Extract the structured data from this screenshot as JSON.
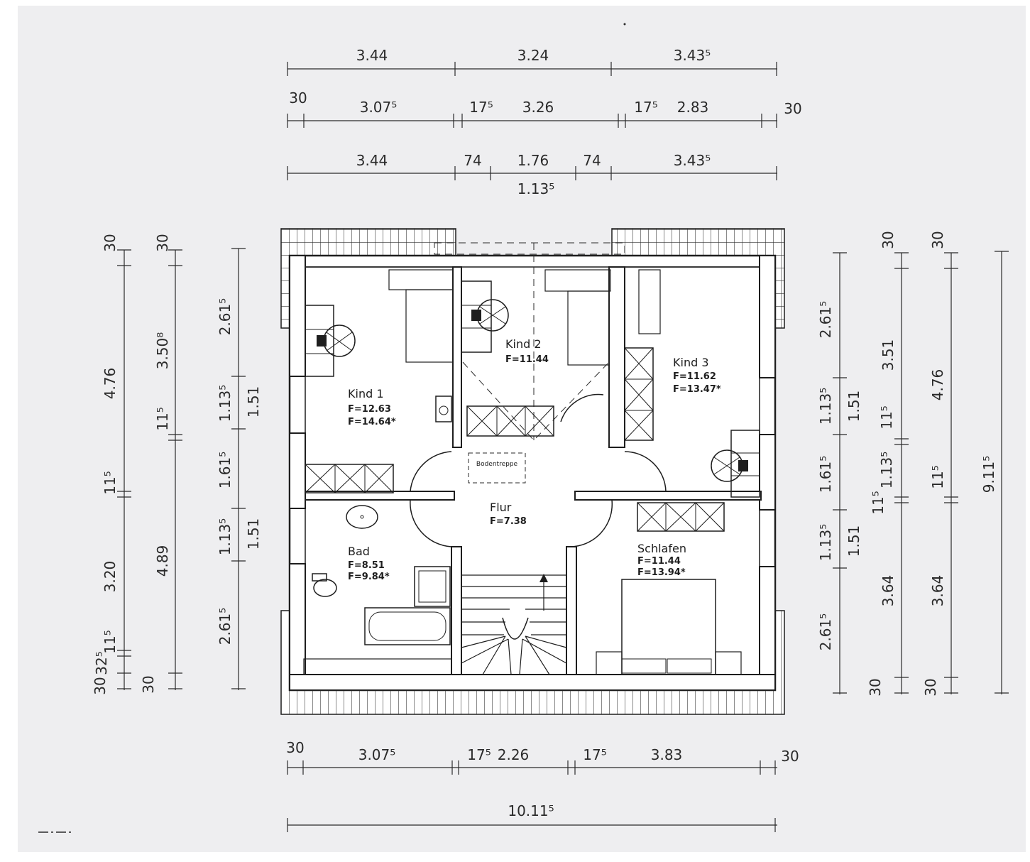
{
  "rooms": {
    "kind1": {
      "name": "Kind  1",
      "areas": [
        "F=12.63",
        "F=14.64*"
      ]
    },
    "kind2": {
      "name": "Kind  2",
      "areas": [
        "F=11.44"
      ]
    },
    "kind3": {
      "name": "Kind  3",
      "areas": [
        "F=11.62",
        "F=13.47*"
      ]
    },
    "bad": {
      "name": "Bad",
      "areas": [
        "F=8.51",
        "F=9.84*"
      ]
    },
    "flur": {
      "name": "Flur",
      "areas": [
        "F=7.38"
      ]
    },
    "schlafen": {
      "name": "Schlafen",
      "areas": [
        "F=11.44",
        "F=13.94*"
      ]
    }
  },
  "bodentreppe": "Bodentreppe",
  "dims_top": {
    "row1": [
      "3.44",
      "3.24",
      "3.43⁵"
    ],
    "row2": [
      "30",
      "3.07⁵",
      "17⁵",
      "3.26",
      "17⁵",
      "2.83",
      "30"
    ],
    "row3": [
      "3.44",
      "74",
      "1.76",
      "74",
      "3.43⁵"
    ],
    "row3_sub": "1.13⁵"
  },
  "dims_bottom": {
    "row1": [
      "30",
      "3.07⁵",
      "17⁵",
      "2.26",
      "17⁵",
      "3.83",
      "30"
    ],
    "total": "10.11⁵"
  },
  "dims_left": {
    "col1": [
      "30",
      "4.76",
      "11⁵",
      "3.20",
      "11⁵",
      "32⁵",
      "30"
    ],
    "col2": [
      "30",
      "3.50⁸",
      "11⁵",
      "4.89",
      "30"
    ],
    "col3": [
      "2.61⁵",
      "1.13⁵",
      "1.61⁵",
      "1.13⁵",
      "2.61⁵"
    ],
    "col4": [
      "1.51",
      "1.51"
    ]
  },
  "dims_right": {
    "col1": [
      "2.61⁵",
      "1.13⁵",
      "1.61⁵",
      "1.13⁵",
      "2.61⁵"
    ],
    "col2": [
      "1.51",
      "1.51"
    ],
    "col3": [
      "30",
      "3.51",
      "11⁵",
      "1.13⁵",
      "11⁵",
      "3.64",
      "30"
    ],
    "col4": [
      "30",
      "4.76",
      "11⁵",
      "3.64",
      "30"
    ],
    "col5": [
      "9.11⁵"
    ]
  }
}
